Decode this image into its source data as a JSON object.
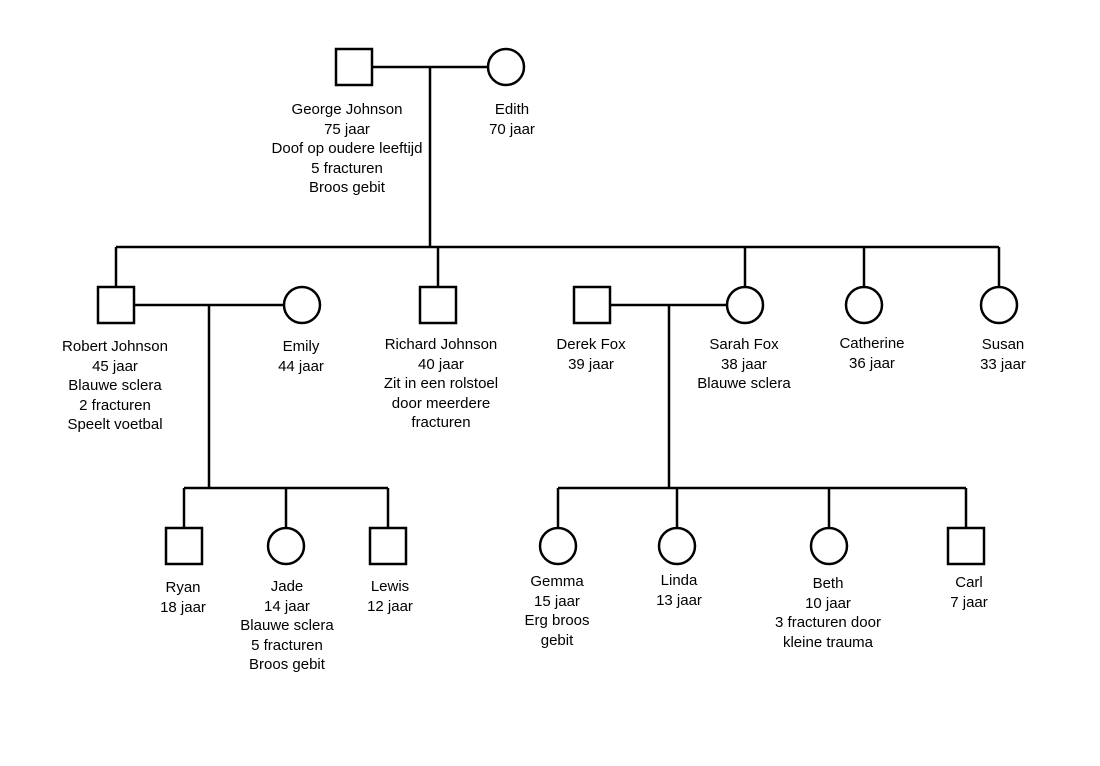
{
  "colors": {
    "line": "#000000",
    "fill": "#ffffff",
    "text": "#000000"
  },
  "people": {
    "george": {
      "sex": "male",
      "name": "George Johnson",
      "lines": [
        "75 jaar",
        "Doof op oudere leeftijd",
        "5 fracturen",
        "Broos gebit"
      ]
    },
    "edith": {
      "sex": "female",
      "name": "Edith",
      "lines": [
        "70 jaar"
      ]
    },
    "robert": {
      "sex": "male",
      "name": "Robert Johnson",
      "lines": [
        "45 jaar",
        "Blauwe sclera",
        "2 fracturen",
        "Speelt voetbal"
      ]
    },
    "emily": {
      "sex": "female",
      "name": "Emily",
      "lines": [
        "44 jaar"
      ]
    },
    "richard": {
      "sex": "male",
      "name": "Richard Johnson",
      "lines": [
        "40 jaar",
        "Zit in een rolstoel",
        "door meerdere",
        "fracturen"
      ]
    },
    "derek": {
      "sex": "male",
      "name": "Derek Fox",
      "lines": [
        "39 jaar"
      ]
    },
    "sarah": {
      "sex": "female",
      "name": "Sarah Fox",
      "lines": [
        "38 jaar",
        "Blauwe sclera"
      ]
    },
    "catherine": {
      "sex": "female",
      "name": "Catherine",
      "lines": [
        "36 jaar"
      ]
    },
    "susan": {
      "sex": "female",
      "name": "Susan",
      "lines": [
        "33 jaar"
      ]
    },
    "ryan": {
      "sex": "male",
      "name": "Ryan",
      "lines": [
        "18 jaar"
      ]
    },
    "jade": {
      "sex": "female",
      "name": "Jade",
      "lines": [
        "14 jaar",
        "Blauwe sclera",
        "5 fracturen",
        "Broos gebit"
      ]
    },
    "lewis": {
      "sex": "male",
      "name": "Lewis",
      "lines": [
        "12 jaar"
      ]
    },
    "gemma": {
      "sex": "female",
      "name": "Gemma",
      "lines": [
        "15 jaar",
        "Erg broos",
        "gebit"
      ]
    },
    "linda": {
      "sex": "female",
      "name": "Linda",
      "lines": [
        "13 jaar"
      ]
    },
    "beth": {
      "sex": "female",
      "name": "Beth",
      "lines": [
        "10 jaar",
        "3 fracturen door",
        "kleine trauma"
      ]
    },
    "carl": {
      "sex": "male",
      "name": "Carl",
      "lines": [
        "7 jaar"
      ]
    }
  }
}
